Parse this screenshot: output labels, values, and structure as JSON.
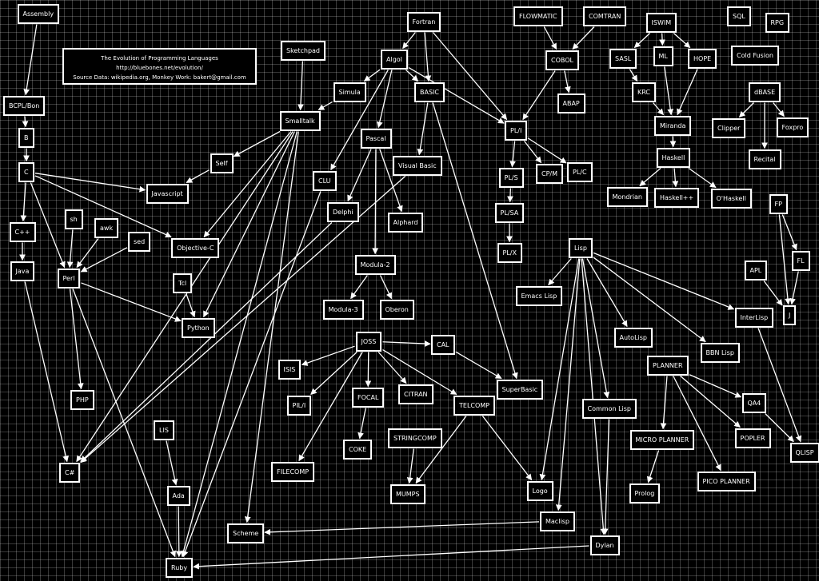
{
  "title_lines": [
    "The Evolution of Programming Languages",
    "http://bluebones.net/evolution/",
    "Source Data: wikipedia.org, Monkey Work: bakert@gmail.com"
  ],
  "languages": [
    {
      "id": "assembly",
      "label": "Assembly"
    },
    {
      "id": "fortran",
      "label": "Fortran"
    },
    {
      "id": "flowmatic",
      "label": "FLOWMATIC"
    },
    {
      "id": "comtran",
      "label": "COMTRAN"
    },
    {
      "id": "iswim",
      "label": "ISWIM"
    },
    {
      "id": "sql",
      "label": "SQL"
    },
    {
      "id": "rpg",
      "label": "RPG"
    },
    {
      "id": "sketchpad",
      "label": "Sketchpad"
    },
    {
      "id": "algol",
      "label": "Algol"
    },
    {
      "id": "cobol",
      "label": "COBOL"
    },
    {
      "id": "sasl",
      "label": "SASL"
    },
    {
      "id": "ml",
      "label": "ML"
    },
    {
      "id": "hope",
      "label": "HOPE"
    },
    {
      "id": "coldfusion",
      "label": "Cold Fusion"
    },
    {
      "id": "simula",
      "label": "Simula"
    },
    {
      "id": "basic",
      "label": "BASIC"
    },
    {
      "id": "abap",
      "label": "ABAP"
    },
    {
      "id": "krc",
      "label": "KRC"
    },
    {
      "id": "dbase",
      "label": "dBASE"
    },
    {
      "id": "bcpl",
      "label": "BCPL/Bon"
    },
    {
      "id": "smalltalk",
      "label": "Smalltalk"
    },
    {
      "id": "pli",
      "label": "PL/I"
    },
    {
      "id": "miranda",
      "label": "Miranda"
    },
    {
      "id": "clipper",
      "label": "Clipper"
    },
    {
      "id": "foxpro",
      "label": "Foxpro"
    },
    {
      "id": "b",
      "label": "B"
    },
    {
      "id": "pascal",
      "label": "Pascal"
    },
    {
      "id": "haskell",
      "label": "Haskell"
    },
    {
      "id": "recital",
      "label": "Recital"
    },
    {
      "id": "c",
      "label": "C"
    },
    {
      "id": "self",
      "label": "Self"
    },
    {
      "id": "clu",
      "label": "CLU"
    },
    {
      "id": "visualbasic",
      "label": "Visual Basic"
    },
    {
      "id": "pls",
      "label": "PL/S"
    },
    {
      "id": "cpm",
      "label": "CP/M"
    },
    {
      "id": "plc",
      "label": "PL/C"
    },
    {
      "id": "javascript",
      "label": "Javascript"
    },
    {
      "id": "mondrian",
      "label": "Mondrian"
    },
    {
      "id": "haskellpp",
      "label": "Haskell++"
    },
    {
      "id": "ohaskell",
      "label": "O'Haskell"
    },
    {
      "id": "fp",
      "label": "FP"
    },
    {
      "id": "delphi",
      "label": "Delphi"
    },
    {
      "id": "sh",
      "label": "sh"
    },
    {
      "id": "awk",
      "label": "awk"
    },
    {
      "id": "alphard",
      "label": "Alphard"
    },
    {
      "id": "plsa",
      "label": "PL/SA"
    },
    {
      "id": "cpp",
      "label": "C++"
    },
    {
      "id": "sed",
      "label": "sed"
    },
    {
      "id": "objc",
      "label": "Objective-C"
    },
    {
      "id": "plx",
      "label": "PL/X"
    },
    {
      "id": "lisp",
      "label": "Lisp"
    },
    {
      "id": "fl",
      "label": "FL"
    },
    {
      "id": "java",
      "label": "Java"
    },
    {
      "id": "perl",
      "label": "Perl"
    },
    {
      "id": "modula2",
      "label": "Modula-2"
    },
    {
      "id": "apl",
      "label": "APL"
    },
    {
      "id": "tcl",
      "label": "Tcl"
    },
    {
      "id": "emacslisp",
      "label": "Emacs Lisp"
    },
    {
      "id": "modula3",
      "label": "Modula-3"
    },
    {
      "id": "oberon",
      "label": "Oberon"
    },
    {
      "id": "j",
      "label": "J"
    },
    {
      "id": "interlisp",
      "label": "InterLisp"
    },
    {
      "id": "python",
      "label": "Python"
    },
    {
      "id": "autolisp",
      "label": "AutoLisp"
    },
    {
      "id": "joss",
      "label": "JOSS"
    },
    {
      "id": "cal",
      "label": "CAL"
    },
    {
      "id": "bbnlisp",
      "label": "BBN Lisp"
    },
    {
      "id": "isis",
      "label": "ISIS"
    },
    {
      "id": "planner",
      "label": "PLANNER"
    },
    {
      "id": "citran",
      "label": "CITRAN"
    },
    {
      "id": "superbasic",
      "label": "SuperBasic"
    },
    {
      "id": "focal",
      "label": "FOCAL"
    },
    {
      "id": "php",
      "label": "PHP"
    },
    {
      "id": "pli2",
      "label": "PIL/I"
    },
    {
      "id": "telcomp",
      "label": "TELCOMP"
    },
    {
      "id": "commonlisp",
      "label": "Common Lisp"
    },
    {
      "id": "qa4",
      "label": "QA4"
    },
    {
      "id": "lis",
      "label": "LIS"
    },
    {
      "id": "stringcomp",
      "label": "STRINGCOMP"
    },
    {
      "id": "microplanner",
      "label": "MICRO PLANNER"
    },
    {
      "id": "popler",
      "label": "POPLER"
    },
    {
      "id": "coke",
      "label": "COKE"
    },
    {
      "id": "qlisp",
      "label": "QLISP"
    },
    {
      "id": "csharp",
      "label": "C#"
    },
    {
      "id": "filecomp",
      "label": "FILECOMP"
    },
    {
      "id": "picoplanner",
      "label": "PICO PLANNER"
    },
    {
      "id": "ada",
      "label": "Ada"
    },
    {
      "id": "mumps",
      "label": "MUMPS"
    },
    {
      "id": "logo",
      "label": "Logo"
    },
    {
      "id": "prolog",
      "label": "Prolog"
    },
    {
      "id": "maclisp",
      "label": "Maclisp"
    },
    {
      "id": "scheme",
      "label": "Scheme"
    },
    {
      "id": "dylan",
      "label": "Dylan"
    },
    {
      "id": "ruby",
      "label": "Ruby"
    }
  ],
  "edges": [
    [
      "assembly",
      "bcpl"
    ],
    [
      "bcpl",
      "b"
    ],
    [
      "b",
      "c"
    ],
    [
      "c",
      "cpp"
    ],
    [
      "cpp",
      "java"
    ],
    [
      "c",
      "javascript"
    ],
    [
      "c",
      "objc"
    ],
    [
      "c",
      "perl"
    ],
    [
      "self",
      "javascript"
    ],
    [
      "smalltalk",
      "self"
    ],
    [
      "smalltalk",
      "objc"
    ],
    [
      "smalltalk",
      "python"
    ],
    [
      "smalltalk",
      "ruby"
    ],
    [
      "smalltalk",
      "scheme"
    ],
    [
      "smalltalk",
      "csharp"
    ],
    [
      "sketchpad",
      "smalltalk"
    ],
    [
      "simula",
      "smalltalk"
    ],
    [
      "algol",
      "simula"
    ],
    [
      "algol",
      "basic"
    ],
    [
      "algol",
      "pli"
    ],
    [
      "algol",
      "pascal"
    ],
    [
      "algol",
      "clu"
    ],
    [
      "fortran",
      "algol"
    ],
    [
      "fortran",
      "basic"
    ],
    [
      "fortran",
      "pli"
    ],
    [
      "flowmatic",
      "cobol"
    ],
    [
      "comtran",
      "cobol"
    ],
    [
      "cobol",
      "pli"
    ],
    [
      "cobol",
      "abap"
    ],
    [
      "iswim",
      "sasl"
    ],
    [
      "iswim",
      "ml"
    ],
    [
      "iswim",
      "hope"
    ],
    [
      "sasl",
      "krc"
    ],
    [
      "krc",
      "miranda"
    ],
    [
      "ml",
      "miranda"
    ],
    [
      "hope",
      "miranda"
    ],
    [
      "miranda",
      "haskell"
    ],
    [
      "haskell",
      "mondrian"
    ],
    [
      "haskell",
      "haskellpp"
    ],
    [
      "haskell",
      "ohaskell"
    ],
    [
      "dbase",
      "clipper"
    ],
    [
      "dbase",
      "foxpro"
    ],
    [
      "dbase",
      "recital"
    ],
    [
      "basic",
      "visualbasic"
    ],
    [
      "basic",
      "superbasic"
    ],
    [
      "visualbasic",
      "csharp"
    ],
    [
      "pli",
      "pls"
    ],
    [
      "pli",
      "cpm"
    ],
    [
      "pli",
      "plc"
    ],
    [
      "pls",
      "plsa"
    ],
    [
      "plsa",
      "plx"
    ],
    [
      "pascal",
      "delphi"
    ],
    [
      "pascal",
      "alphard"
    ],
    [
      "pascal",
      "modula2"
    ],
    [
      "modula2",
      "modula3"
    ],
    [
      "modula2",
      "oberon"
    ],
    [
      "clu",
      "ruby"
    ],
    [
      "delphi",
      "csharp"
    ],
    [
      "sh",
      "perl"
    ],
    [
      "awk",
      "perl"
    ],
    [
      "sed",
      "perl"
    ],
    [
      "perl",
      "php"
    ],
    [
      "perl",
      "python"
    ],
    [
      "perl",
      "ruby"
    ],
    [
      "tcl",
      "python"
    ],
    [
      "java",
      "csharp"
    ],
    [
      "fp",
      "fl"
    ],
    [
      "fp",
      "j"
    ],
    [
      "fl",
      "j"
    ],
    [
      "apl",
      "j"
    ],
    [
      "lisp",
      "emacslisp"
    ],
    [
      "lisp",
      "autolisp"
    ],
    [
      "lisp",
      "bbnlisp"
    ],
    [
      "lisp",
      "interlisp"
    ],
    [
      "lisp",
      "commonlisp"
    ],
    [
      "lisp",
      "logo"
    ],
    [
      "lisp",
      "maclisp"
    ],
    [
      "lisp",
      "dylan"
    ],
    [
      "interlisp",
      "qlisp"
    ],
    [
      "planner",
      "microplanner"
    ],
    [
      "planner",
      "picoplanner"
    ],
    [
      "planner",
      "qa4"
    ],
    [
      "planner",
      "popler"
    ],
    [
      "qa4",
      "qlisp"
    ],
    [
      "microplanner",
      "prolog"
    ],
    [
      "joss",
      "cal"
    ],
    [
      "joss",
      "isis"
    ],
    [
      "joss",
      "pli2"
    ],
    [
      "joss",
      "focal"
    ],
    [
      "joss",
      "citran"
    ],
    [
      "joss",
      "telcomp"
    ],
    [
      "joss",
      "filecomp"
    ],
    [
      "focal",
      "coke"
    ],
    [
      "cal",
      "superbasic"
    ],
    [
      "telcomp",
      "mumps"
    ],
    [
      "telcomp",
      "logo"
    ],
    [
      "stringcomp",
      "mumps"
    ],
    [
      "lis",
      "ada"
    ],
    [
      "ada",
      "ruby"
    ],
    [
      "maclisp",
      "scheme"
    ],
    [
      "dylan",
      "ruby"
    ],
    [
      "commonlisp",
      "dylan"
    ]
  ]
}
